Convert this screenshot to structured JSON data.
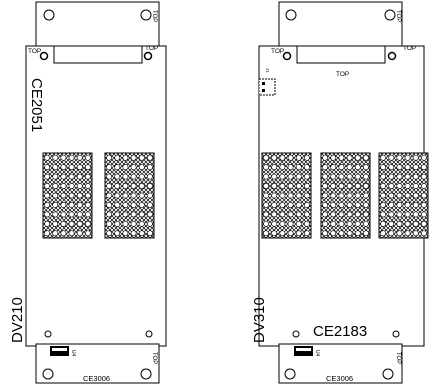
{
  "boards": [
    {
      "model": "DV210",
      "main_label": "CE2051",
      "bottom_label": "CE3006",
      "top_labels": [
        "TOP",
        "TOP",
        "TOP",
        "TOP"
      ],
      "chip_label": "U4",
      "led_array_count": 2
    },
    {
      "model": "DV310",
      "main_label": "CE2183",
      "bottom_label": "CE3006",
      "top_labels": [
        "TOP",
        "TOP",
        "TOP",
        "TOP",
        "TOP"
      ],
      "connector_label": "J1",
      "chip_label": "U4",
      "led_array_count": 3
    }
  ]
}
